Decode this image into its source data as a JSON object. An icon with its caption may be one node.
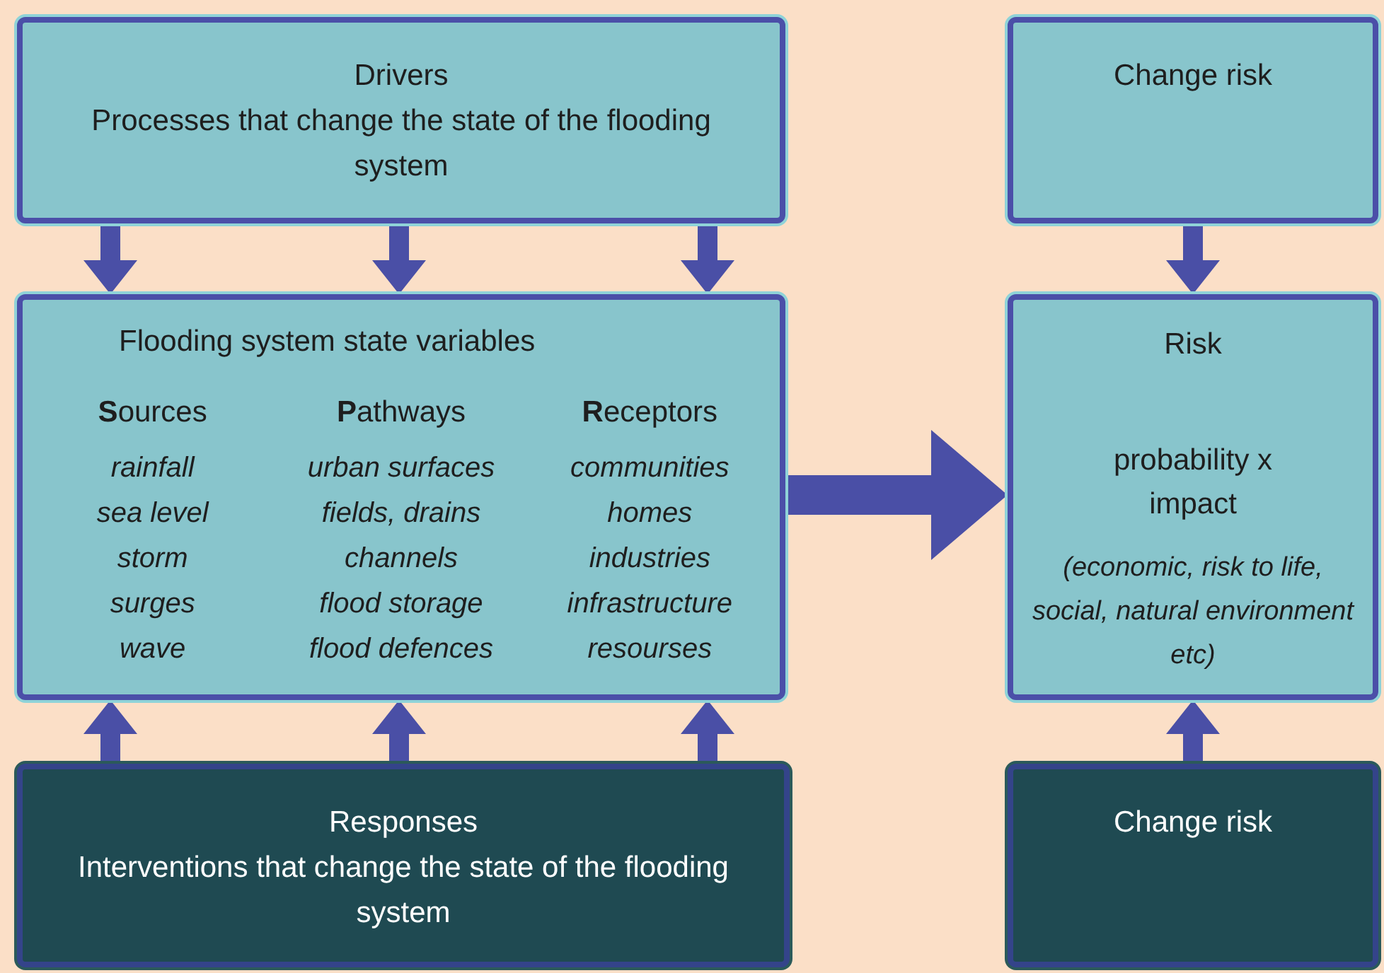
{
  "diagram": {
    "nodes": [
      {
        "text": [
          "Drivers",
          "Processes that change the state of the flooding system"
        ]
      },
      {
        "text": [
          "Change risk"
        ]
      },
      {
        "text": [
          "Flooding system state variables",
          "**S**ources",
          "rainfall",
          "sea level",
          "storm",
          "surges",
          "wave",
          "**P**athways",
          "urban surfaces",
          "fields, drains",
          "channels",
          "flood storage",
          "flood defences",
          "**R**eceptors",
          "communities",
          "homes",
          "industries",
          "infrastructure",
          "resourses"
        ]
      },
      {
        "text": [
          "Risk",
          "probability x impact",
          "(economic, risk to life, social, natural environment etc)"
        ]
      },
      {
        "text": [
          "Responses",
          "Interventions that change the state of the flooding system"
        ]
      },
      {
        "text": [
          "Change risk"
        ]
      }
    ],
    "edges": [
      {
        "from": 0,
        "to": 2,
        "arrow": "to"
      },
      {
        "from": 0,
        "to": 2,
        "arrow": "to"
      },
      {
        "from": 0,
        "to": 2,
        "arrow": "to"
      },
      {
        "from": 1,
        "to": 3,
        "arrow": "to"
      },
      {
        "from": 2,
        "to": 3,
        "arrow": "to",
        "style": "thick"
      },
      {
        "from": 4,
        "to": 2,
        "arrow": "to"
      },
      {
        "from": 4,
        "to": 2,
        "arrow": "to"
      },
      {
        "from": 4,
        "to": 2,
        "arrow": "to"
      },
      {
        "from": 5,
        "to": 3,
        "arrow": "to"
      }
    ]
  }
}
